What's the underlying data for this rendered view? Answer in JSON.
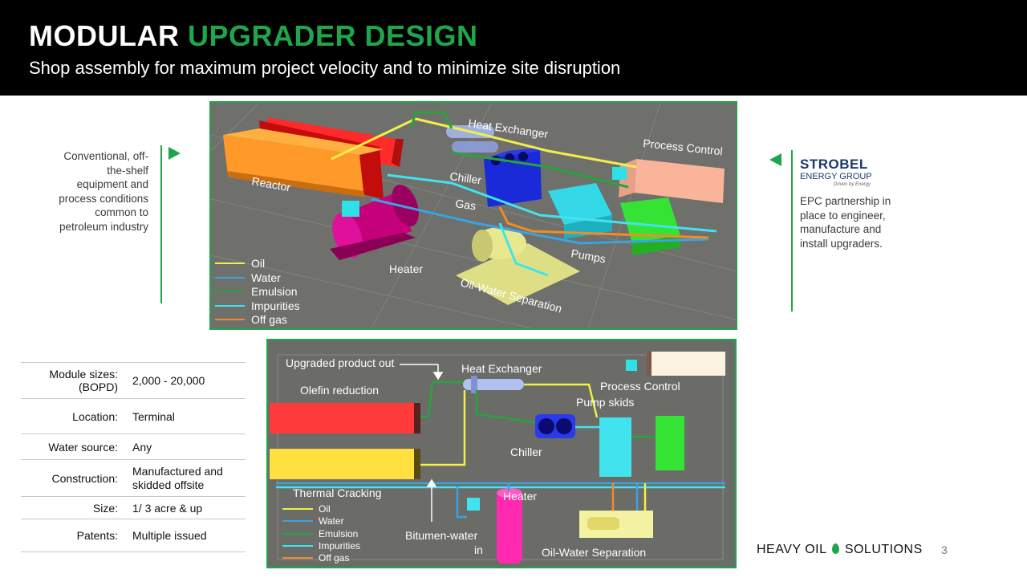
{
  "header": {
    "title_part1": "MODULAR",
    "title_part2": "UPGRADER DESIGN",
    "subtitle": "Shop assembly for maximum project velocity and to minimize site disruption"
  },
  "left_note": "Conventional, off-the-shelf equipment and process conditions common to petroleum industry",
  "right_note": "EPC partnership in place to engineer, manufacture and install upgraders.",
  "logo": {
    "line1": "STROBEL",
    "line2": "ENERGY GROUP",
    "tagline": "Driven by Energy"
  },
  "diagram1": {
    "labels": {
      "heat_exchanger": "Heat Exchanger",
      "process_control": "Process Control",
      "reactor": "Reactor",
      "chiller": "Chiller",
      "gas": "Gas",
      "heater": "Heater",
      "pumps": "Pumps",
      "oil_water_separation": "Oil-Water Separation"
    },
    "legend": [
      "Oil",
      "Water",
      "Emulsion",
      "Impurities",
      "Off gas"
    ]
  },
  "diagram2": {
    "labels": {
      "upgraded_product_out": "Upgraded product out",
      "heat_exchanger": "Heat Exchanger",
      "process_control": "Process Control",
      "pump_skids": "Pump skids",
      "olefin_reduction": "Olefin reduction",
      "chiller": "Chiller",
      "thermal_cracking": "Thermal Cracking",
      "heater": "Heater",
      "bitumen_water_line1": "Bitumen-water",
      "bitumen_water_line2": "in",
      "oil_water_separation": "Oil-Water Separation"
    },
    "legend": [
      "Oil",
      "Water",
      "Emulsion",
      "Impurities",
      "Off gas"
    ]
  },
  "specs": [
    {
      "label": "Module sizes: (BOPD)",
      "value": "2,000 - 20,000"
    },
    {
      "label": "Location:",
      "value": "Terminal"
    },
    {
      "label": "Water source:",
      "value": "Any"
    },
    {
      "label": "Construction:",
      "value": "Manufactured and skidded offsite"
    },
    {
      "label": "Size:",
      "value": "1/ 3 acre & up"
    },
    {
      "label": "Patents:",
      "value": "Multiple issued"
    }
  ],
  "brand": {
    "left": "HEAVY OIL",
    "right": "SOLUTIONS"
  },
  "page_number": "3",
  "colors": {
    "accent": "#1fa64a",
    "oil": "#f2ee4a",
    "water": "#3aa3e0",
    "emulsion": "#27a43d",
    "impurities": "#41e3ee",
    "off_gas": "#f08c2a"
  }
}
